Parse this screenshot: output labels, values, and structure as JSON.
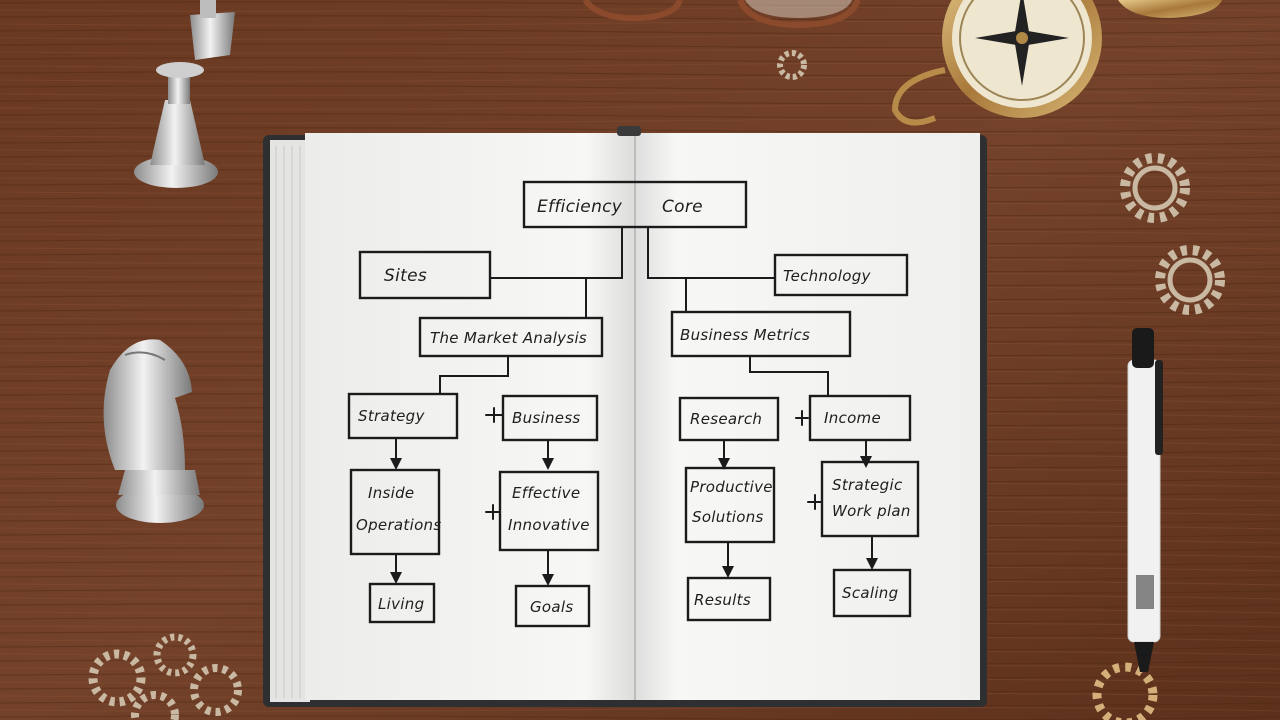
{
  "notebook": {
    "left_page": {
      "title_part": "Efficiency",
      "nodes": {
        "sites": "Sites",
        "level2": "The Market Analysis",
        "a1": "Strategy",
        "a2": "Business",
        "b1_line1": "Inside",
        "b1_line2": "Operations",
        "b2_line1": "Effective",
        "b2_line2": "Innovative",
        "c1": "Living",
        "c2": "Goals"
      }
    },
    "right_page": {
      "title_part": "Core",
      "nodes": {
        "top": "Technology",
        "level2": "Business Metrics",
        "a1": "Research",
        "a2": "Income",
        "b1_line1": "Productive",
        "b1_line2": "Solutions",
        "b2_line1": "Strategic",
        "b2_line2": "Work plan",
        "c1": "Results",
        "c2": "Scaling"
      }
    }
  },
  "colors": {
    "desk": "#6b3a22",
    "page": "#f4f4f2",
    "ink": "#1b1b1b",
    "notebook_cover": "#2d2f31"
  },
  "props": [
    "chess-king-piece",
    "chess-knight-piece",
    "compass",
    "reading-glasses",
    "pen",
    "gears"
  ]
}
